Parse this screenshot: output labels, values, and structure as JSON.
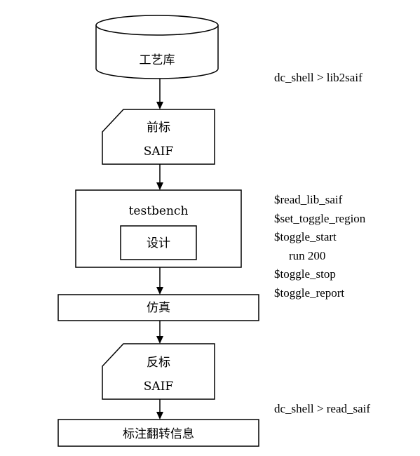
{
  "nodes": {
    "process_library": {
      "label": "工艺库"
    },
    "forward_saif": {
      "line1": "前标",
      "line2": "SAIF"
    },
    "testbench": {
      "label": "testbench",
      "inner_label": "设计"
    },
    "simulation": {
      "label": "仿真"
    },
    "backward_saif": {
      "line1": "反标",
      "line2": "SAIF"
    },
    "annotate": {
      "label": "标注翻转信息"
    }
  },
  "commands": {
    "lib2saif": "dc_shell > lib2saif",
    "sim_steps": [
      "$read_lib_saif",
      "$set_toggle_region",
      "$toggle_start",
      "run 200",
      "$toggle_stop",
      "$toggle_report"
    ],
    "read_saif": "dc_shell > read_saif"
  }
}
